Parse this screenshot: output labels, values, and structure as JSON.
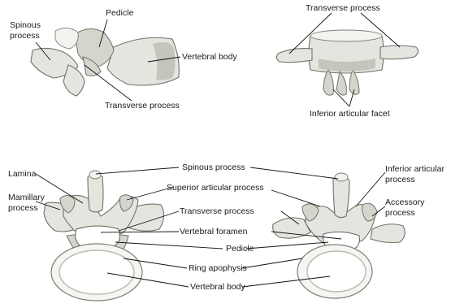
{
  "labels": {
    "lateral_spinous": "Spinous process",
    "lateral_spinous_l1": "Spinous",
    "lateral_spinous_l2": "process",
    "lateral_pedicle": "Pedicle",
    "lateral_vertebral_body": "Vertebral body",
    "lateral_transverse": "Transverse process",
    "posterior_transverse": "Transverse process",
    "posterior_inferior_facet": "Inferior articular facet",
    "sup_lamina": "Lamina",
    "sup_mamillary_l1": "Mamillary",
    "sup_mamillary_l2": "process",
    "sup_spinous": "Spinous process",
    "sup_superior_articular": "Superior articular process",
    "sup_transverse": "Transverse process",
    "sup_vertebral_foramen": "Vertebral foramen",
    "sup_pedicle": "Pedicle",
    "sup_ring_apophysis": "Ring apophysis",
    "sup_vertebral_body": "Vertebral body",
    "sup_inferior_articular_l1": "Inferior articular",
    "sup_inferior_articular_l2": "process",
    "sup_accessory_l1": "Accessory",
    "sup_accessory_l2": "process"
  },
  "colors": {
    "bone": "#e3e6df",
    "outline": "#6f7369",
    "leader": "#111111"
  }
}
